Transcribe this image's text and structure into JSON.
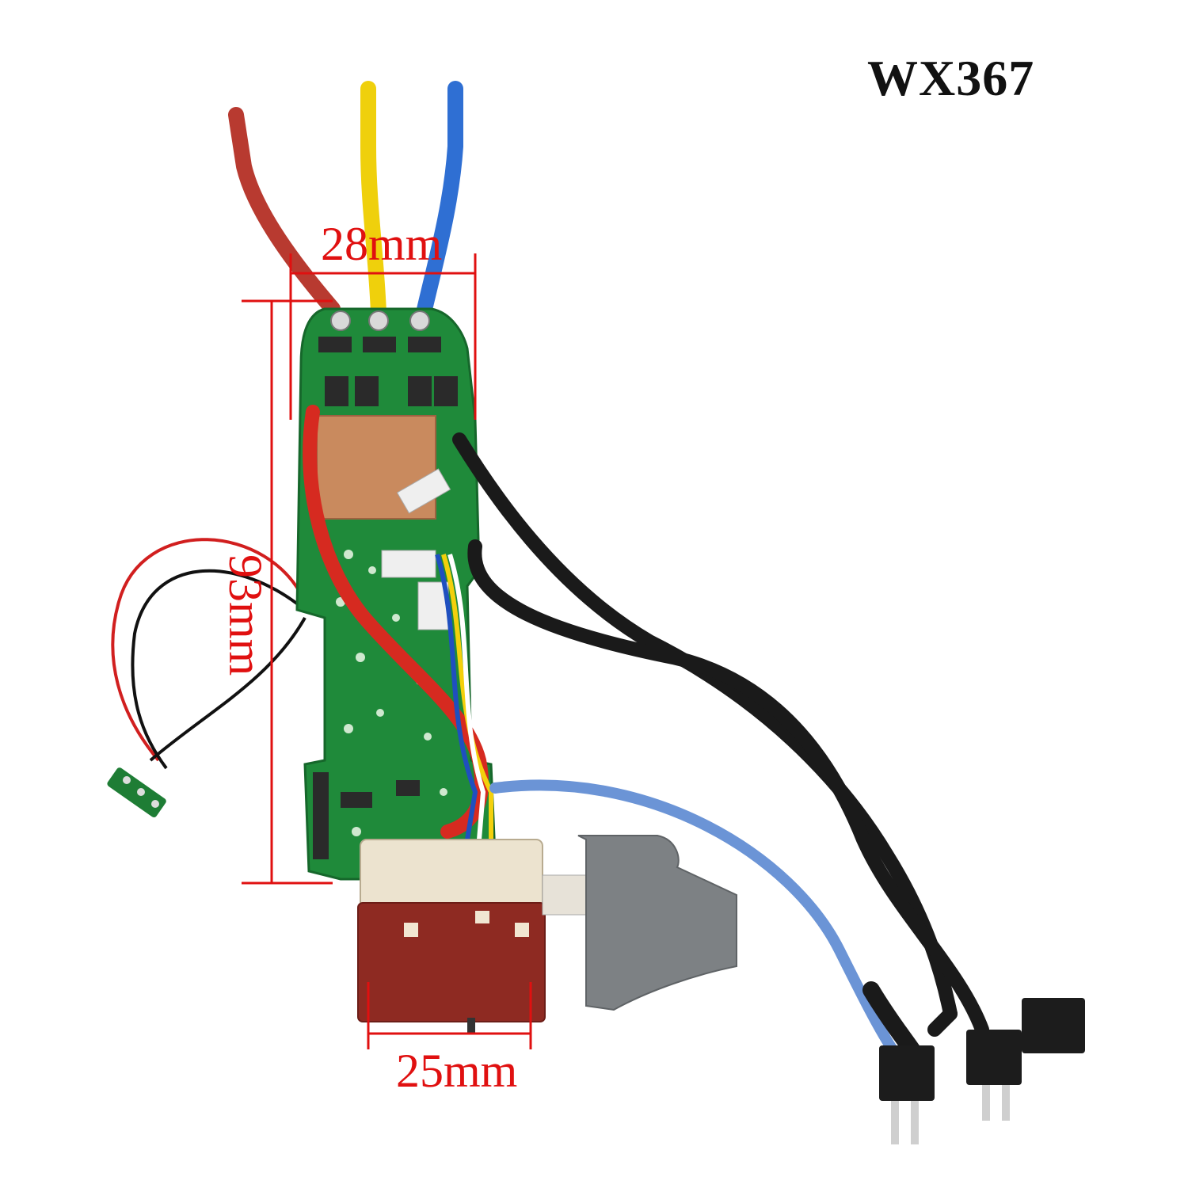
{
  "product": {
    "model": "WX367"
  },
  "dimensions": {
    "board_width": "28mm",
    "board_length": "93mm",
    "switch_width": "25mm"
  },
  "colors": {
    "dimension": "#e01010",
    "pcb": "#1f8a3a",
    "wire_red": "#c0392b",
    "wire_yellow": "#f1d30c",
    "wire_blue": "#2b6fd6",
    "wire_black": "#1a1a1a",
    "switch_body": "#8e2a22",
    "switch_top": "#ece3cf",
    "trigger": "#7d8184"
  }
}
